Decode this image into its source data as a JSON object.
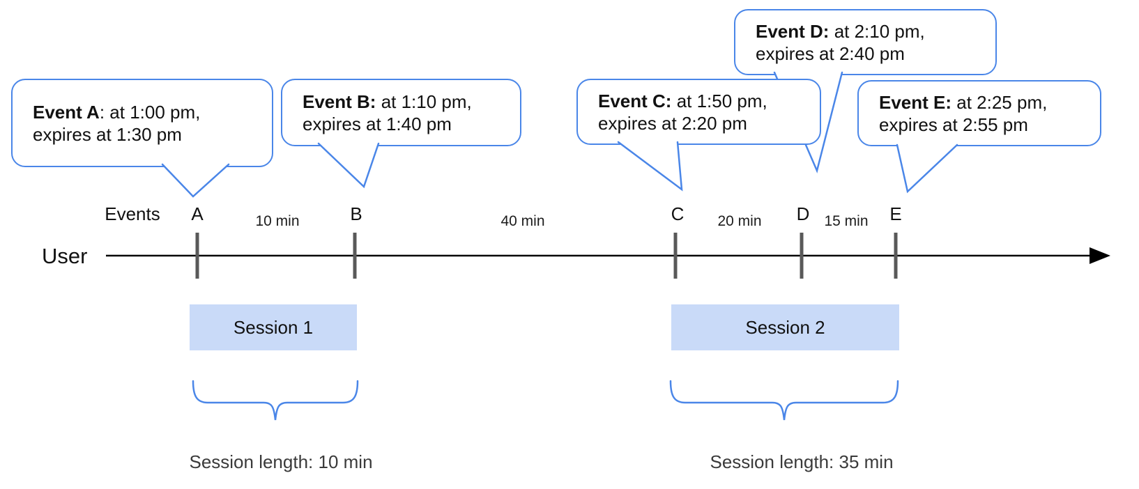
{
  "diagram_title": "event-session-timeline",
  "bubbles": [
    {
      "id": "A",
      "bold": "Event A",
      "rest": ": at 1:00 pm,",
      "line2": "expires at 1:30 pm"
    },
    {
      "id": "B",
      "bold": "Event B:",
      "rest": " at 1:10 pm,",
      "line2": "expires at 1:40 pm"
    },
    {
      "id": "C",
      "bold": "Event C:",
      "rest": " at 1:50 pm,",
      "line2": "expires at 2:20 pm"
    },
    {
      "id": "D",
      "bold": "Event D:",
      "rest": " at 2:10 pm,",
      "line2": "expires at 2:40 pm"
    },
    {
      "id": "E",
      "bold": "Event E:",
      "rest": " at 2:25 pm,",
      "line2": "expires at 2:55 pm"
    }
  ],
  "timeline": {
    "user_label": "User",
    "events_label": "Events",
    "markers": [
      "A",
      "B",
      "C",
      "D",
      "E"
    ],
    "intervals": [
      "10 min",
      "40 min",
      "20 min",
      "15 min"
    ]
  },
  "sessions": [
    {
      "label": "Session 1",
      "length": "Session length: 10 min"
    },
    {
      "label": "Session 2",
      "length": "Session length: 35 min"
    }
  ],
  "colors": {
    "callout_border": "#4a86e8",
    "brace": "#4a86e8",
    "session_fill": "#c9daf8",
    "tick": "#595959",
    "timeline": "#000000"
  }
}
